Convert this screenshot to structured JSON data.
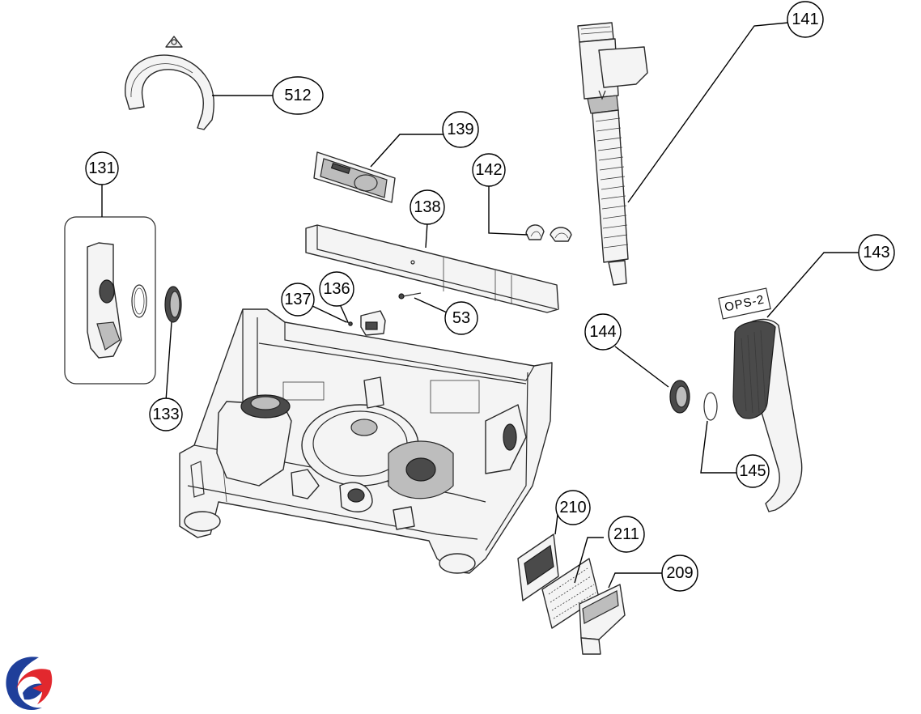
{
  "callouts": [
    {
      "id": "512",
      "label": "512"
    },
    {
      "id": "131",
      "label": "131"
    },
    {
      "id": "133",
      "label": "133"
    },
    {
      "id": "139",
      "label": "139"
    },
    {
      "id": "142",
      "label": "142"
    },
    {
      "id": "138",
      "label": "138"
    },
    {
      "id": "136",
      "label": "136"
    },
    {
      "id": "137",
      "label": "137"
    },
    {
      "id": "53",
      "label": "53"
    },
    {
      "id": "141",
      "label": "141"
    },
    {
      "id": "143",
      "label": "143"
    },
    {
      "id": "144",
      "label": "144"
    },
    {
      "id": "145",
      "label": "145"
    },
    {
      "id": "210",
      "label": "210"
    },
    {
      "id": "211",
      "label": "211"
    },
    {
      "id": "209",
      "label": "209"
    }
  ],
  "part_tag": "OPS-2",
  "logo": {
    "name": "brand-logo",
    "colors": [
      "#1f3f9a",
      "#e2282e"
    ]
  }
}
